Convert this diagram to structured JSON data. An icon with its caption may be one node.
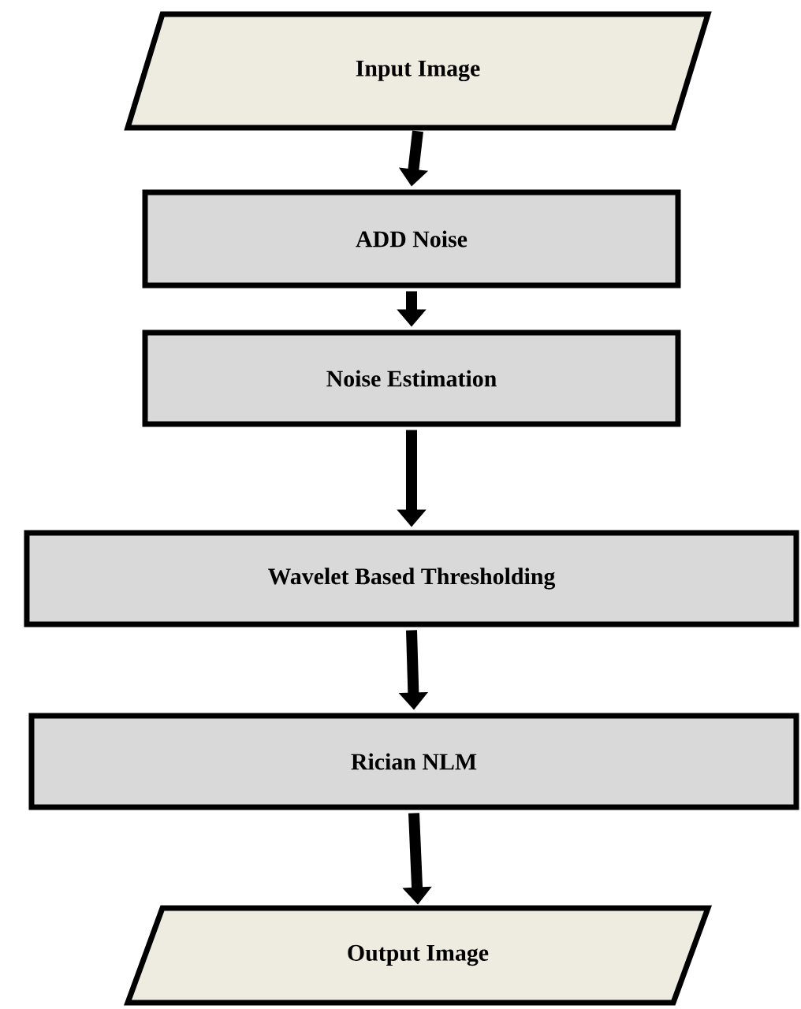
{
  "diagram": {
    "nodes": [
      {
        "text": [
          "Input Image"
        ]
      },
      {
        "text": [
          "ADD Noise"
        ]
      },
      {
        "text": [
          "Noise Estimation"
        ]
      },
      {
        "text": [
          "Wavelet Based Thresholding"
        ]
      },
      {
        "text": [
          "Rician NLM"
        ]
      },
      {
        "text": [
          "Output Image"
        ]
      }
    ],
    "edges": [
      {
        "from": 0,
        "to": 1,
        "arrow": "to"
      },
      {
        "from": 1,
        "to": 2,
        "arrow": "to"
      },
      {
        "from": 2,
        "to": 3,
        "arrow": "to"
      },
      {
        "from": 3,
        "to": 4,
        "arrow": "to"
      },
      {
        "from": 4,
        "to": 5,
        "arrow": "to"
      }
    ]
  }
}
